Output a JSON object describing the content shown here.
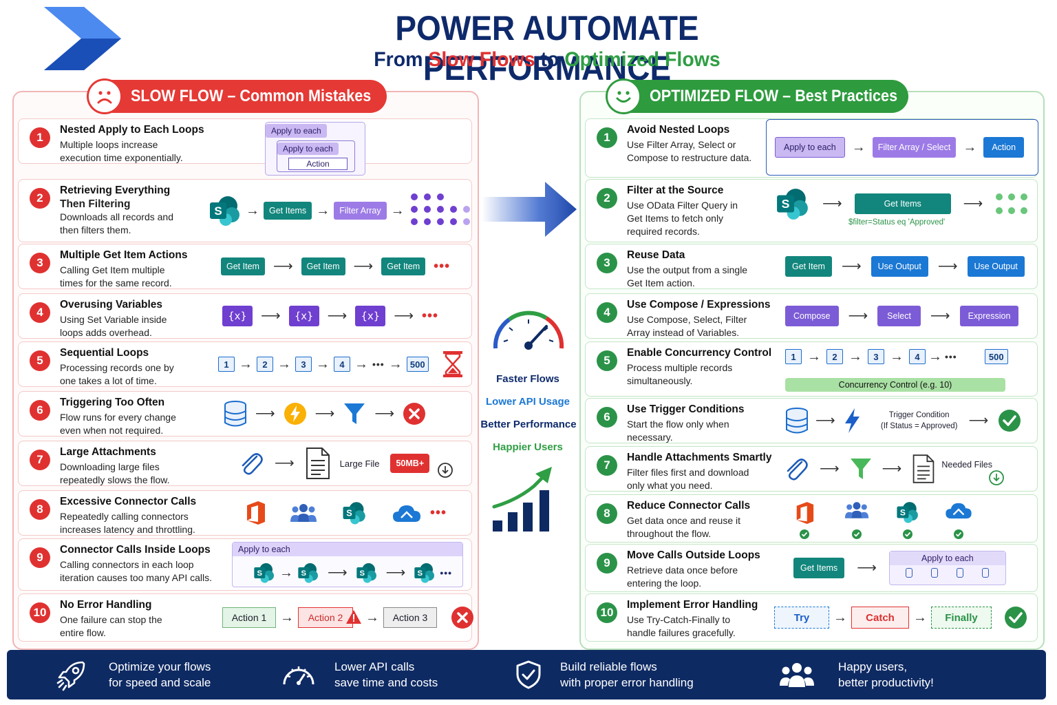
{
  "header": {
    "title": "POWER AUTOMATE PERFORMANCE",
    "subtitle_from": "From",
    "subtitle_slow": "Slow Flows",
    "subtitle_to": "to",
    "subtitle_opt": "Optimized Flows",
    "logo_icon": "power-automate-logo"
  },
  "left": {
    "title": "SLOW FLOW – Common Mistakes",
    "rows": [
      {
        "n": "1",
        "title": "Nested Apply to Each Loops",
        "desc": [
          "Multiple loops increase",
          "execution time exponentially."
        ]
      },
      {
        "n": "2",
        "title": "Retrieving Everything",
        "desc": [
          "Then Filtering",
          "Downloads all records and",
          "then filters them."
        ]
      },
      {
        "n": "3",
        "title": "Multiple Get Item Actions",
        "desc": [
          "Calling Get Item multiple",
          "times for the same record."
        ]
      },
      {
        "n": "4",
        "title": "Overusing Variables",
        "desc": [
          "Using Set Variable inside",
          "loops adds overhead."
        ]
      },
      {
        "n": "5",
        "title": "Sequential Loops",
        "desc": [
          "Processing records one by",
          "one takes a lot of time."
        ]
      },
      {
        "n": "6",
        "title": "Triggering Too Often",
        "desc": [
          "Flow runs for every change",
          "even when not required."
        ]
      },
      {
        "n": "7",
        "title": "Large Attachments",
        "desc": [
          "Downloading large files",
          "repeatedly slows the flow."
        ]
      },
      {
        "n": "8",
        "title": "Excessive Connector Calls",
        "desc": [
          "Repeatedly calling connectors",
          "increases latency and throttling."
        ]
      },
      {
        "n": "9",
        "title": "Connector Calls Inside Loops",
        "desc": [
          "Calling connectors in each loop",
          "iteration causes too many API calls."
        ]
      },
      {
        "n": "10",
        "title": "No Error Handling",
        "desc": [
          "One failure can stop the",
          "entire flow."
        ]
      }
    ],
    "viz": {
      "apply_each": "Apply to each",
      "action": "Action",
      "get_items": "Get Items",
      "filter_array": "Filter Array",
      "get_item": "Get Item",
      "var": "{x}",
      "seq": [
        "1",
        "2",
        "3",
        "4",
        "500"
      ],
      "large_file": "Large File",
      "size_badge": "50MB+",
      "action1": "Action 1",
      "action2": "Action 2",
      "action3": "Action 3"
    }
  },
  "right": {
    "title": "OPTIMIZED FLOW – Best Practices",
    "rows": [
      {
        "n": "1",
        "title": "Avoid Nested Loops",
        "desc": [
          "Use Filter Array, Select or",
          "Compose to restructure data."
        ]
      },
      {
        "n": "2",
        "title": "Filter at the Source",
        "desc": [
          "Use OData Filter Query in",
          "Get Items to fetch only",
          "required records."
        ]
      },
      {
        "n": "3",
        "title": "Reuse Data",
        "desc": [
          "Use the output from a single",
          "Get Item action."
        ]
      },
      {
        "n": "4",
        "title": "Use Compose / Expressions",
        "desc": [
          "Use Compose, Select, Filter",
          "Array instead of Variables."
        ]
      },
      {
        "n": "5",
        "title": "Enable Concurrency Control",
        "desc": [
          "Process multiple records",
          "simultaneously."
        ]
      },
      {
        "n": "6",
        "title": "Use Trigger Conditions",
        "desc": [
          "Start the flow only when",
          "necessary."
        ]
      },
      {
        "n": "7",
        "title": "Handle Attachments Smartly",
        "desc": [
          "Filter files first and download",
          "only what you need."
        ]
      },
      {
        "n": "8",
        "title": "Reduce Connector Calls",
        "desc": [
          "Get data once and reuse it",
          "throughout the flow."
        ]
      },
      {
        "n": "9",
        "title": "Move Calls Outside Loops",
        "desc": [
          "Retrieve data once before",
          "entering the loop."
        ]
      },
      {
        "n": "10",
        "title": "Implement Error Handling",
        "desc": [
          "Use Try-Catch-Finally to",
          "handle failures gracefully."
        ]
      }
    ],
    "viz": {
      "apply_each": "Apply to each",
      "filter_select": "Filter Array / Select",
      "action": "Action",
      "get_items": "Get Items",
      "odata": "$filter=Status eq 'Approved'",
      "get_item": "Get Item",
      "use_output": "Use Output",
      "compose": "Compose",
      "select": "Select",
      "expression": "Expression",
      "seq": [
        "1",
        "2",
        "3",
        "4",
        "500"
      ],
      "concurrency": "Concurrency Control (e.g. 10)",
      "trigger_line1": "Trigger Condition",
      "trigger_line2": "(If Status = Approved)",
      "needed_files": "Needed Files",
      "get_items2": "Get Items",
      "apply_each2": "Apply to each",
      "try": "Try",
      "catch": "Catch",
      "finally": "Finally"
    }
  },
  "center": {
    "benefits": [
      "Faster Flows",
      "Lower API Usage",
      "Better Performance",
      "Happier Users"
    ]
  },
  "footer": [
    {
      "icon": "rocket-icon",
      "line1": "Optimize your flows",
      "line2": "for speed and scale"
    },
    {
      "icon": "speedometer-icon",
      "line1": "Lower API calls",
      "line2": "save time and costs"
    },
    {
      "icon": "shield-check-icon",
      "line1": "Build reliable flows",
      "line2": "with proper error handling"
    },
    {
      "icon": "users-icon",
      "line1": "Happy users,",
      "line2": "better productivity!"
    }
  ],
  "colors": {
    "navy": "#0e2a6b",
    "red": "#e03131",
    "green": "#2f9e44",
    "teal": "#12867c",
    "purple": "#7c5cd6"
  }
}
